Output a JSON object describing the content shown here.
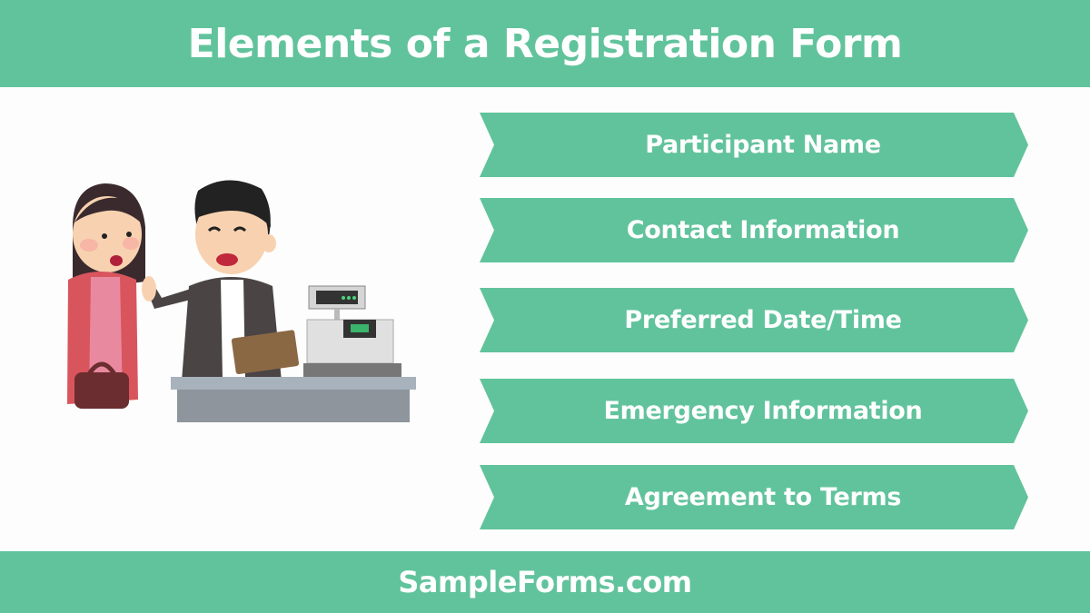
{
  "header": {
    "title": "Elements of a Registration Form"
  },
  "items": [
    {
      "label": "Participant Name"
    },
    {
      "label": "Contact Information"
    },
    {
      "label": "Preferred Date/Time"
    },
    {
      "label": "Emergency Information"
    },
    {
      "label": "Agreement to Terms"
    }
  ],
  "illustration": {
    "description": "customer-at-registration-counter"
  },
  "footer": {
    "brand": "SampleForms.com"
  },
  "colors": {
    "accent": "#61c39c",
    "text_on_accent": "#ffffff",
    "background": "#fdfdfd"
  }
}
